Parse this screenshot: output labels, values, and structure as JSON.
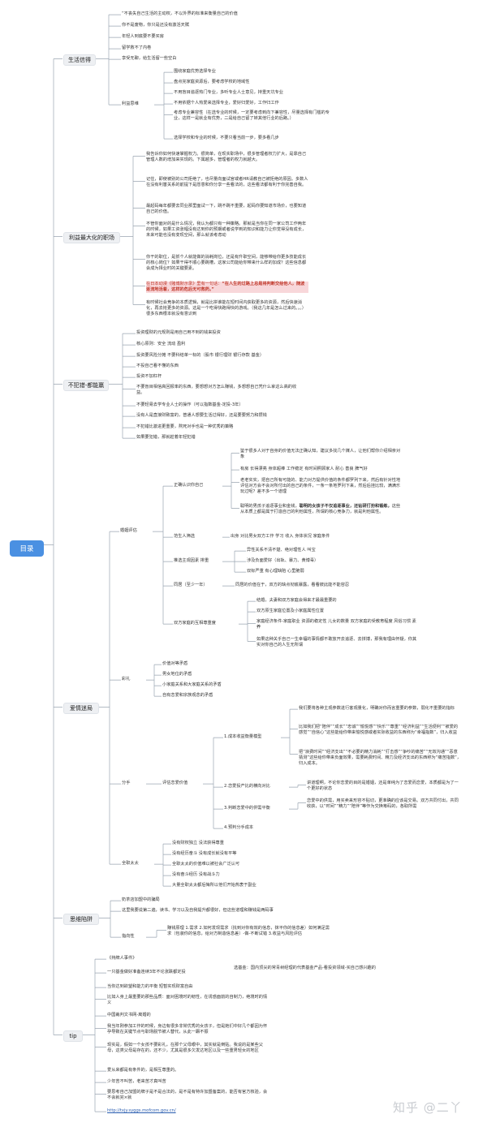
{
  "root": "目录",
  "branches": {
    "life": {
      "label": "生活信得",
      "items": [
        "“不丧失自己生活的主动权，不以外界的标准来衡量自己的价值",
        "你不是废物，你只是还没有激活天赋",
        "年轻人到底要不要买房",
        "留学救不了内卷",
        "享受无聊，给生活留一些空白"
      ],
      "interest": {
        "label": "利益思维",
        "items": [
          "围绕家庭优势选择专业",
          "盘点完家庭资源后，要考虑学校的地域性",
          "不用盲目追逐热门专业，多听专业人士意见，持重天坑专业",
          "不用依据个人热爱来选择专业，爱好归爱好，工作归工作",
          "考虑专业兼容性（在选专业的时候，一定要考虑到向下兼容性，尽量选择有门槛的专业，这样一是就业有优势，二是给自己留了转其他行业的后路。）",
          "选择学校和专业的时候，不要只看当前一步，要多看几步"
        ]
      }
    },
    "workplace": {
      "label": "利益最大化的职场",
      "items": [
        "我告诉你如何快速掌握权力。很简单，在现实职场中，很多管理者权力扩大，是靠自己管理人数的增加来实现的。下属越多，管理者的权力就越大。",
        "记住，即使被别的公司拒绝了，也尽量向面试官或者HR请教自己被拒绝的原因。多数人在没有利害关系的前提下是愿意和你分享一些看法的，这些看法都有利于你完善自我。",
        "最起码每年都要去同业那里面试一下，跳不跳不重要，起码你要知道市场价，也要知道自己的价值。",
        "不管你面对的是什么情况，我认为都只有一种策略。那就是当你在同一家公司工作两年的时候，如果工资涨幅没有达到你的预期或者说学到的知识和能力让你觉得没有成长，未来可能也没有变现空间，那么就该考虑动",
        "你干的职位，是抓个人就能做的消耗岗位，还是有升职空间，能够带给你更多技能成长的核心岗位？如果干得不顺心要跳槽，这家公司能给你带来什么样的加成？这些信息都会成为择业时的关键要素。"
      ],
      "quote_prefix": "在日本动漫《赌博默示录》里有一句话：",
      "quote_bold": "“在人生的过路上总是将判断交给他人，随波逐流地活着，这样的危后无可救药。”",
      "last": "有时候社会竞争的本质逻辑，就是比拼谁能在短时间内获取更多的资源，然后快速消化，再去抢更多的资源。这是一个吃得快跑得快的游戏。（我这几年是怎么过来的。。。）很多东西根本就没有意识到"
    },
    "nocheat": {
      "label": "不犯错-都能赢",
      "items": [
        "投资理财的元规则是用自己用不到的钱来投资",
        "核心原则：安全 流动 盈利",
        "投资要风险分摊 不要科结单一标的（股市 银行理财 银行存款 基金）",
        "不投自己看不懂的东西",
        "投资不加杠杆",
        "不要盲目相信高回报率的东西，要想想对方怎么赚钱，多想想自己凭什么拿这么高的收益。",
        "不要轻易去学专业人士的操作（可以指数基金-定投-3年）",
        "没有人是直接财致富的，普通人想要生活过得好，还是要要努力和攒钱",
        "不犯错比激进更重要，熬死对手也是一种优秀的策略",
        "如果要犯错，那就趁着年轻犯错"
      ]
    },
    "love": {
      "label": "爱情迷局",
      "marriage": {
        "label": "婚姻评估",
        "self": {
          "label": "正确认识你自己",
          "items": [
            "鉴于很多人对于自身的价值无法正确认知，建议多找几个媒人，让他们帮你介绍相亲对象",
            "有房 长得漂亮 身体超棒 工作稳定 有时间照顾家人 耐心 善良 脾气好",
            "老老实实，把自己所有可能的、能力对方提供价值的条件都罗列下来，然后有针对性地评估对方会不会对所付出的自己的条件，一条一条地罗列下来，然后后挂比较，满满乐玩过呢？差不多一个道理"
          ],
          "bold_prefix": "聪明的男孩子追逐事业和金钱，",
          "bold": "聪明的女孩子不仅追逐事业，还钻研打扮和锻练，",
          "bold_suffix": "这些从本质上都是属于打造自己的利他属性，所谓的核心竞争力，就是利他属性。"
        },
        "filter": {
          "label": "范生人筛选",
          "text": "出身 对比男女双方工作 学习 收入 身体状况 家庭条件"
        },
        "exclude": {
          "label": "推选主观因素 排重",
          "items": [
            "异性关系不清不楚、绝对理性人 叫宝",
            "涉及负面爱好（出轨、暴力、黄博毒）",
            "双标严重 有心理缺陷 心里脆弱"
          ]
        },
        "cohabit": {
          "label": "同居（至少一年）",
          "text": "同居的价值在于，双方的缺点彻底暴露，看看彼此能不能容忍"
        },
        "family": {
          "label": "双方家庭的互相尊重度",
          "items": [
            "结婚，夫妻和双方家庭会得来才最最重要的",
            "双方原生家庭位置及小家庭属性位置",
            "家庭经济条件-家庭职业 资源的稳定性 儿女的数量 双方家庭的受教育程度 风俗习惯 素养",
            "如果这种关乎自己一生幸福的事情都不敢放开去追逐、去拼搏，那我有理由怀疑，你其实对你自己的人生无所谓"
          ]
        }
      },
      "gift": {
        "label": "彩礼",
        "items": [
          "价值对等矛盾",
          "男女地位的矛盾",
          "小家庭关系和大家庭关系的矛盾",
          "自有恋爱和宗族观念的矛盾"
        ]
      },
      "breakup": {
        "label": "分手",
        "assess": "评估恋爱价值",
        "cost": {
          "label": "1.成本收益衡量模型",
          "items": [
            "我们要将各种主观参数进行客观量化，明确对你而言重要的参数，弱化不重要的指标",
            "比如我们把“陪伴”“成长”“忠诚”“愉悦感”“快乐”“尊重”“经济利益”“生活便利”“被爱的感觉”“自信心”这些能给你带来愉悦感或者实际收益的东西称为“幸福指数”，归入收益",
            "把“浪费时间”“经济支出”“不必要的精力消耗”“打击感”“争吵的痛苦”“无效沟通”“恶意猜测”这些给你带来负面效果，需要耗费时间、精力及经济支出的东西称为“痛苦指数”，归入成本。"
          ]
        },
        "compare": {
          "label": "2.恋爱投产比的横向对比",
          "text": "讲道理啊，不论你恋爱的目的是婚姻，还是单纯为了恋爱而恋爱，本质都是为了一个更好的状态"
        },
        "balance": {
          "label": "3.判断恋爱中的供需平衡",
          "text": "恋爱中的供需，用买卖来形容不贴切，更准确的应该是交易。双方共同付出，共同收获，以“时间”“精力”“陪伴”等作为交换筹码的，各取所需"
        },
        "predict": "4.预判分手成本"
      },
      "wife": {
        "label": "全职太太",
        "items": [
          "没有财权独立 没法获得尊重",
          "没有经历奋斗 没有成长就没有平等",
          "全职太太的价值难以被社会广泛认可",
          "没有奋斗经历 没有战斗力",
          "大量全职太太都后悔所以他们开始热衷于副业"
        ]
      }
    },
    "trap": {
      "label": "思维陷阱",
      "items": [
        "奶茶店加盟中的骗局",
        "这里我要说第二遍，读书、学习以及自我提升都很好，但这些道理和赚钱是两码事"
      ],
      "index": {
        "label": "指向性",
        "text": "赚钱原理 1.需求 2.如何发现需求（找到对你有效的信息，抹平你的信息差）如何满足需求（包装你的信息，给对方制造信息差）-做-不断试错 3.收益与风险评估"
      }
    },
    "tip": {
      "label": "tip",
      "items": [
        "《持牌人事件》",
        "一只基金做好准备连续3年不论涨跌都定投",
        "当你达到欲望和能力的平衡 短暂实现财富自由",
        "比如人身上最重要的那些品质：面对困境时的韧性，在诱惑面前的自制力，绝境时的情义",
        "中国裁判文书网-离婚的",
        "我当年刚参加工作的时候，身边有很多非常优秀的女孩子，但是她们中好几个都因为怀孕导致在关键节点与职场脱节被人替代，从此一蹶不振",
        "现实是，假如一个女孩不要彩礼，在那个父母眼中，其实就是倒贴。我说的是某些父母，这类父母是存在的，还不少，尤其是很多欠发达地区以及一些重男轻女的地区",
        "爱从来都是有条件的，是相互尊重的。",
        "少年苦不叫苦，老来苦才真叫苦",
        "要思考自己加盟的牌子是不是合法的，是不是有特许加盟备案的，能否有官方核验，会不会就完×就"
      ],
      "fund_note": "选基金：国内顶尖的常青树经理的代表基金产品-看投资领域-买自己感兴趣的",
      "link": "http://txjy.syggs.mofcom.gov.cn/"
    }
  },
  "watermark": "知乎 @二丫",
  "colors": {
    "root_bg": "#4a90e2",
    "branch_bg": "#eef0f3",
    "line": "#9aa5b1",
    "highlight": "#f8d7da",
    "highlight_text": "#c0392b"
  }
}
